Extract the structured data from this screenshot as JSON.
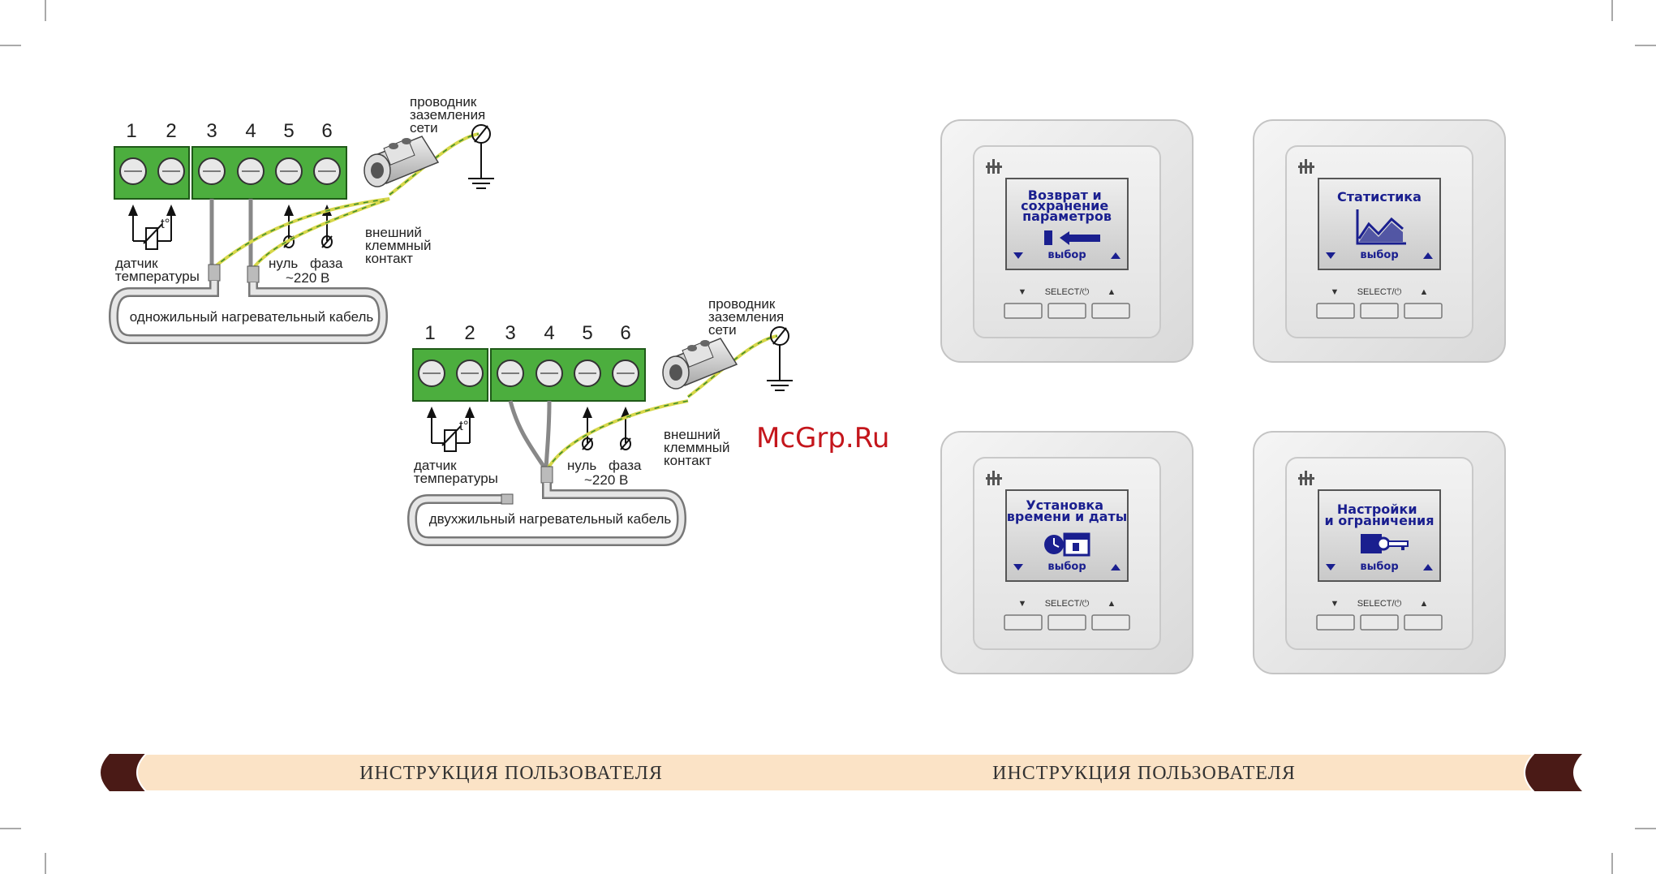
{
  "watermark": "McGrp.Ru",
  "footer": {
    "left": "ИНСТРУКЦИЯ ПОЛЬЗОВАТЕЛЯ",
    "right": "ИНСТРУКЦИЯ ПОЛЬЗОВАТЕЛЯ"
  },
  "diagram_top": {
    "terminals": [
      "1",
      "2",
      "3",
      "4",
      "5",
      "6"
    ],
    "ground_wire": "проводник\nзаземления\nсети",
    "external_contact": "внешний\nклеммный\nконтакт",
    "sensor": "датчик\nтемпературы",
    "neutral": "нуль",
    "phase": "фаза",
    "voltage": "~220 В",
    "t_symbol": "t°",
    "cable": "одножильный нагревательный кабель"
  },
  "diagram_bottom": {
    "terminals": [
      "1",
      "2",
      "3",
      "4",
      "5",
      "6"
    ],
    "ground_wire": "проводник\nзаземления\nсети",
    "external_contact": "внешний\nклеммный\nконтакт",
    "sensor": "датчик\nтемпературы",
    "neutral": "нуль",
    "phase": "фаза",
    "voltage": "~220 В",
    "t_symbol": "t°",
    "cable": "двухжильный нагревательный кабель"
  },
  "devices": [
    {
      "title": "Возврат и\nсохранение\nпараметров",
      "select": "выбор",
      "icon": "exit-icon",
      "buttons": [
        "▼",
        "SELECT/⏻",
        "▲"
      ]
    },
    {
      "title": "Статистика",
      "select": "выбор",
      "icon": "chart-icon",
      "buttons": [
        "▼",
        "SELECT/⏻",
        "▲"
      ]
    },
    {
      "title": "Установка\nвремени и даты",
      "select": "выбор",
      "icon": "clock-calendar-icon",
      "buttons": [
        "▼",
        "SELECT/⏻",
        "▲"
      ]
    },
    {
      "title": "Настройки\nи ограничения",
      "select": "выбор",
      "icon": "key-icon",
      "buttons": [
        "▼",
        "SELECT/⏻",
        "▲"
      ]
    }
  ],
  "colors": {
    "terminal_green": "#4cae3e",
    "footer_band": "#fbe3c6",
    "footer_dark": "#4a1a16",
    "screen_blue": "#1a1f8f"
  }
}
